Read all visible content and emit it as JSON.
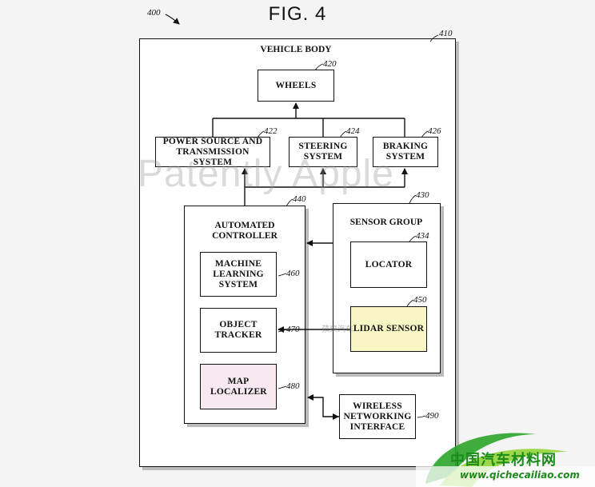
{
  "figure": {
    "title": "FIG. 4",
    "ref": "400"
  },
  "vehicle_body": {
    "label": "VEHICLE BODY",
    "ref": "410"
  },
  "wheels": {
    "label": "WHEELS",
    "ref": "420"
  },
  "power": {
    "label": "POWER SOURCE AND TRANSMISSION SYSTEM",
    "ref": "422"
  },
  "steering": {
    "label": "STEERING SYSTEM",
    "ref": "424"
  },
  "braking": {
    "label": "BRAKING SYSTEM",
    "ref": "426"
  },
  "controller": {
    "label": "AUTOMATED CONTROLLER",
    "ref": "440"
  },
  "ml": {
    "label": "MACHINE LEARNING SYSTEM",
    "ref": "460"
  },
  "tracker": {
    "label": "OBJECT TRACKER",
    "ref": "470"
  },
  "localizer": {
    "label": "MAP LOCALIZER",
    "ref": "480"
  },
  "sensor_group": {
    "label": "SENSOR GROUP",
    "ref": "430"
  },
  "locator": {
    "label": "LOCATOR",
    "ref": "434"
  },
  "lidar": {
    "label": "LIDAR SENSOR",
    "ref": "450"
  },
  "wireless": {
    "label": "WIRELESS NETWORKING INTERFACE",
    "ref": "490"
  },
  "watermark": {
    "text": "Patently Apple",
    "small": "蘋果汽车"
  },
  "logo": {
    "cn": "中国汽车材料网",
    "url": "www.qichecailiao.com",
    "color": "#1a8a1a"
  },
  "colors": {
    "lidar_fill": "#f8f6c4",
    "localizer_fill": "#f7e9ef"
  }
}
